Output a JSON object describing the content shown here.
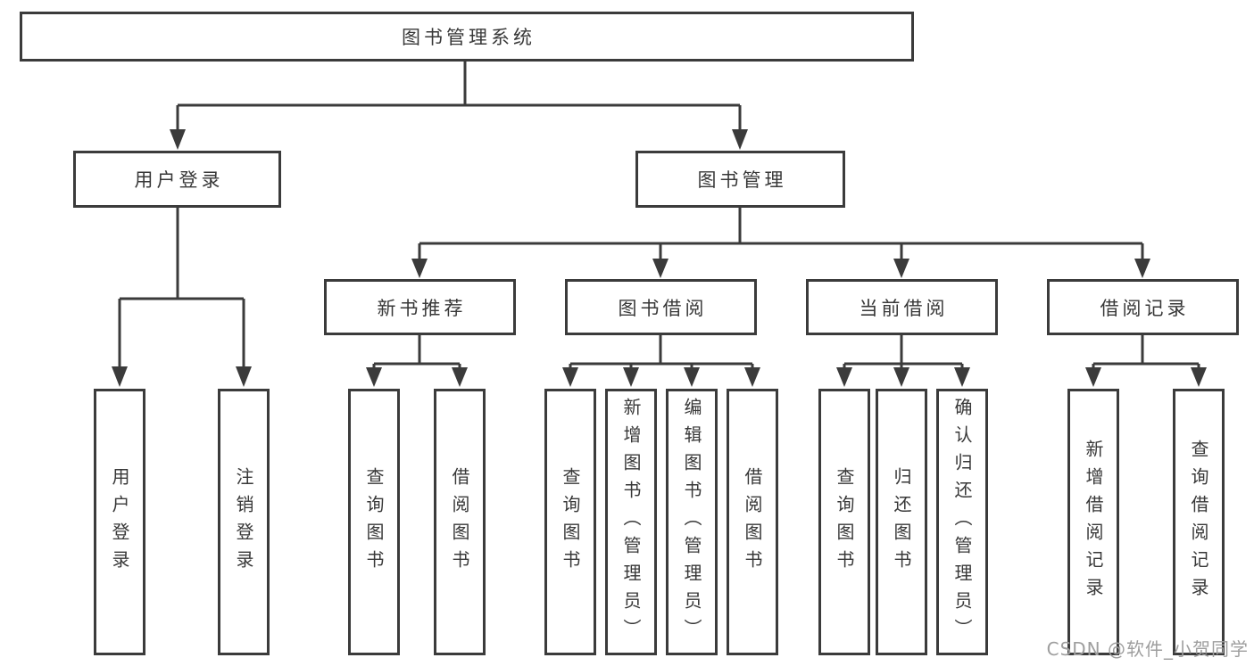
{
  "tree": {
    "label": "图书管理系统",
    "children": [
      {
        "label": "用户登录",
        "children": [
          {
            "label": "用户登录"
          },
          {
            "label": "注销登录"
          }
        ]
      },
      {
        "label": "图书管理",
        "children": [
          {
            "label": "新书推荐",
            "children": [
              {
                "label": "查询图书"
              },
              {
                "label": "借阅图书"
              }
            ]
          },
          {
            "label": "图书借阅",
            "children": [
              {
                "label": "查询图书"
              },
              {
                "label": "新增图书（管理员）"
              },
              {
                "label": "编辑图书（管理员）"
              },
              {
                "label": "借阅图书"
              }
            ]
          },
          {
            "label": "当前借阅",
            "children": [
              {
                "label": "查询图书"
              },
              {
                "label": "归还图书"
              },
              {
                "label": "确认归还（管理员）"
              }
            ]
          },
          {
            "label": "借阅记录",
            "children": [
              {
                "label": "新增借阅记录"
              },
              {
                "label": "查询借阅记录"
              }
            ]
          }
        ]
      }
    ]
  },
  "watermark": "CSDN @软件_小贺同学",
  "colors": {
    "line": "#3b3b3b",
    "box_border": "#3b3b3b",
    "text": "#383838",
    "watermark": "#9e9e9e",
    "background": "#ffffff"
  }
}
